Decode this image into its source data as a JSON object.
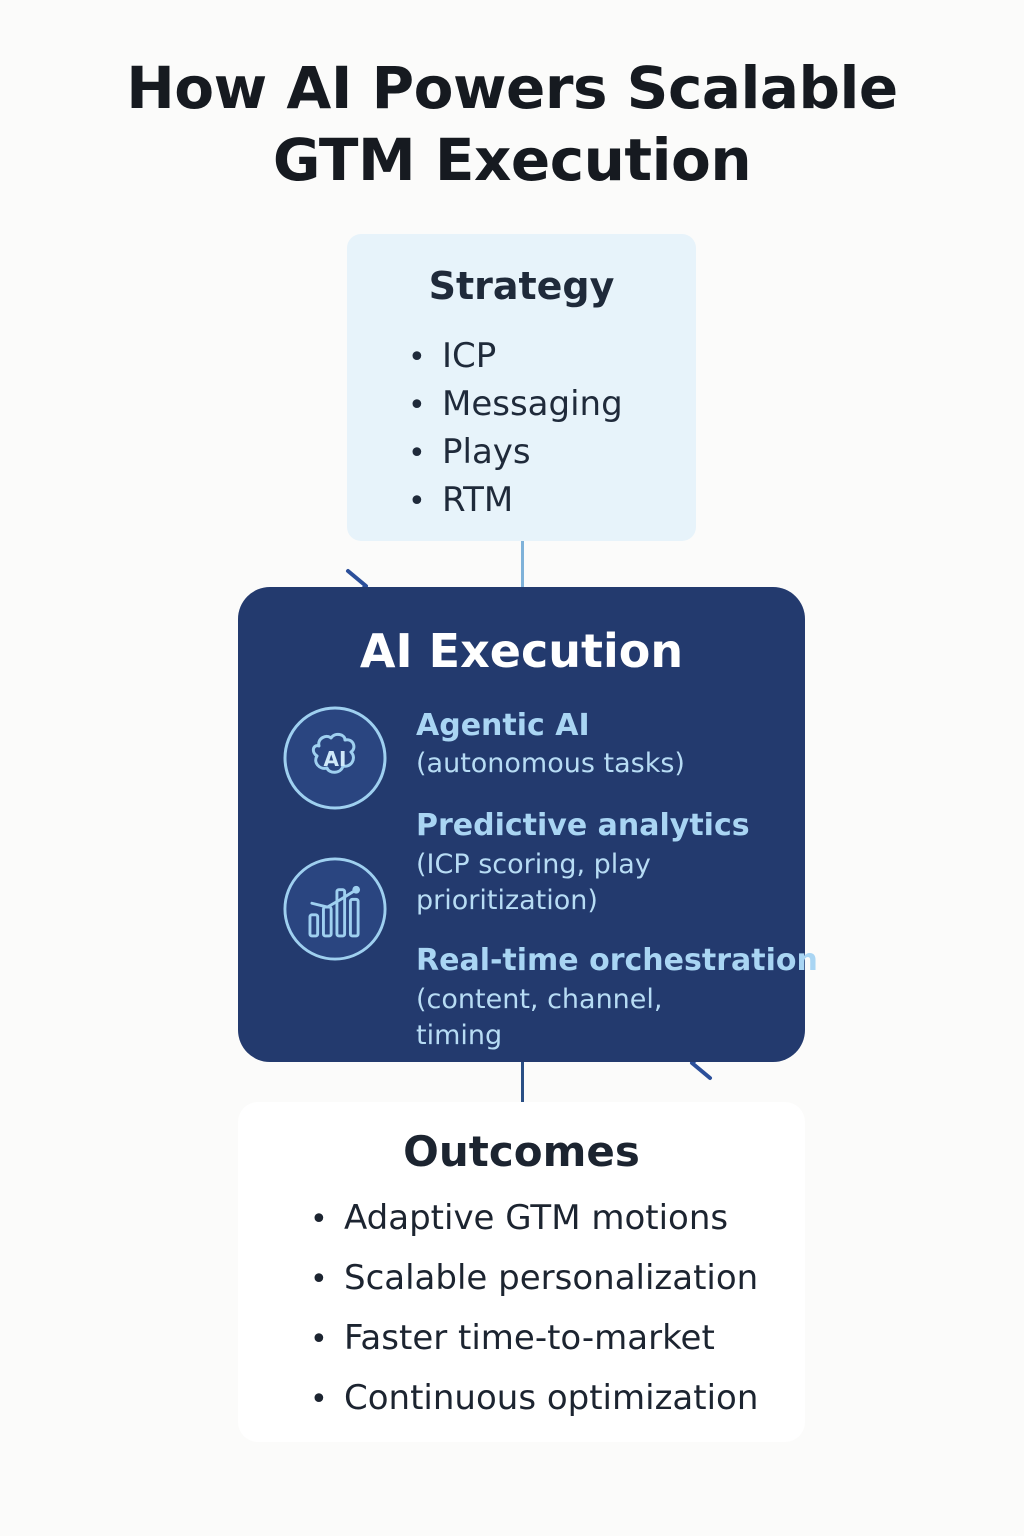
{
  "title": {
    "line1": "How AI Powers Scalable",
    "line2": "GTM Execution"
  },
  "strategy": {
    "heading": "Strategy",
    "items": [
      "ICP",
      "Messaging",
      "Plays",
      "RTM"
    ]
  },
  "execution": {
    "heading": "AI Execution",
    "icon_ai_text": "AI",
    "items": [
      {
        "title": "Agentic AI",
        "description": "(autonomous tasks)",
        "icon": "ai-brain-icon"
      },
      {
        "title": "Predictive analytics",
        "description": "(ICP scoring, play prioritization)",
        "icon": "bar-chart-icon"
      },
      {
        "title": "Real-time orchestration",
        "description": "(content, channel, timing"
      }
    ]
  },
  "outcomes": {
    "heading": "Outcomes",
    "items": [
      "Adaptive GTM motions",
      "Scalable personalization",
      "Faster time-to-market",
      "Continuous optimization"
    ]
  },
  "colors": {
    "background": "#fbfbfa",
    "strategy_fill": "#e7f3fa",
    "execution_fill": "#233a6e",
    "execution_accent": "#a9d5f3",
    "arrow": "#2b4f9a"
  }
}
